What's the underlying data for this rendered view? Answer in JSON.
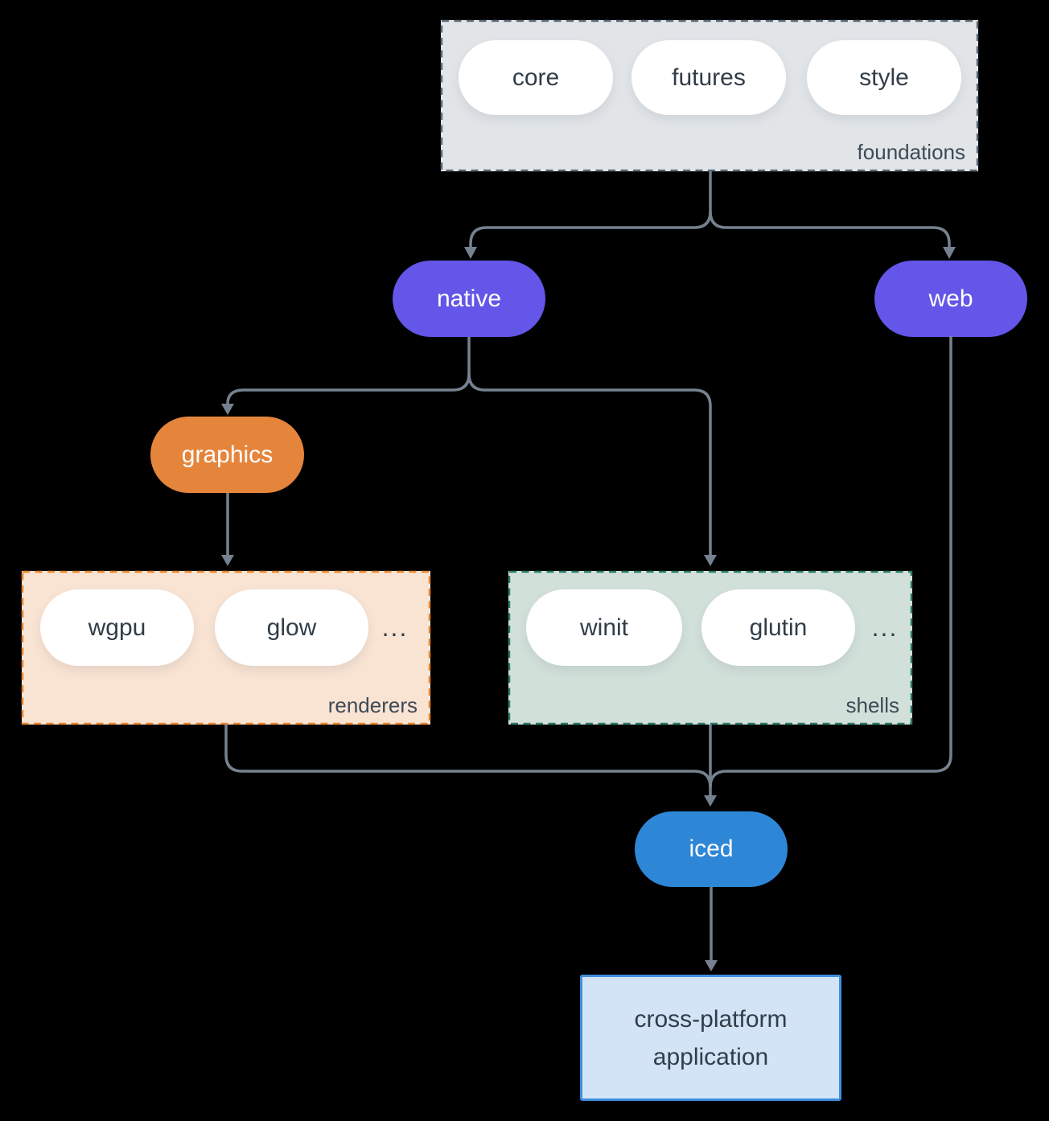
{
  "colors": {
    "background": "#000000",
    "purple": "#6356e8",
    "orange": "#e5853c",
    "blue": "#2e87d6",
    "foundations-bg": "#e1e5e8",
    "foundations-border": "#5c6b7a",
    "renderers-bg": "#f9e3d3",
    "renderers-border": "#e8862f",
    "shells-bg": "#d2e0da",
    "shells-border": "#2a7a68",
    "app-bg": "#d4e4f7",
    "app-border": "#3e8ede",
    "arrow": "#75818f",
    "text-dark": "#313d49",
    "text-label": "#3d4a57",
    "pill-bg": "#ffffff"
  },
  "groups": {
    "foundations": {
      "label": "foundations",
      "items": [
        "core",
        "futures",
        "style"
      ]
    },
    "renderers": {
      "label": "renderers",
      "items": [
        "wgpu",
        "glow"
      ],
      "more": "..."
    },
    "shells": {
      "label": "shells",
      "items": [
        "winit",
        "glutin"
      ],
      "more": "..."
    }
  },
  "nodes": {
    "native": {
      "label": "native"
    },
    "web": {
      "label": "web"
    },
    "graphics": {
      "label": "graphics"
    },
    "iced": {
      "label": "iced"
    },
    "application": {
      "line1": "cross-platform",
      "line2": "application"
    }
  },
  "edges": [
    {
      "from": "foundations",
      "to": "native"
    },
    {
      "from": "foundations",
      "to": "web"
    },
    {
      "from": "native",
      "to": "graphics"
    },
    {
      "from": "native",
      "to": "shells"
    },
    {
      "from": "graphics",
      "to": "renderers"
    },
    {
      "from": "renderers",
      "to": "iced"
    },
    {
      "from": "shells",
      "to": "iced"
    },
    {
      "from": "web",
      "to": "iced"
    },
    {
      "from": "iced",
      "to": "application"
    }
  ]
}
